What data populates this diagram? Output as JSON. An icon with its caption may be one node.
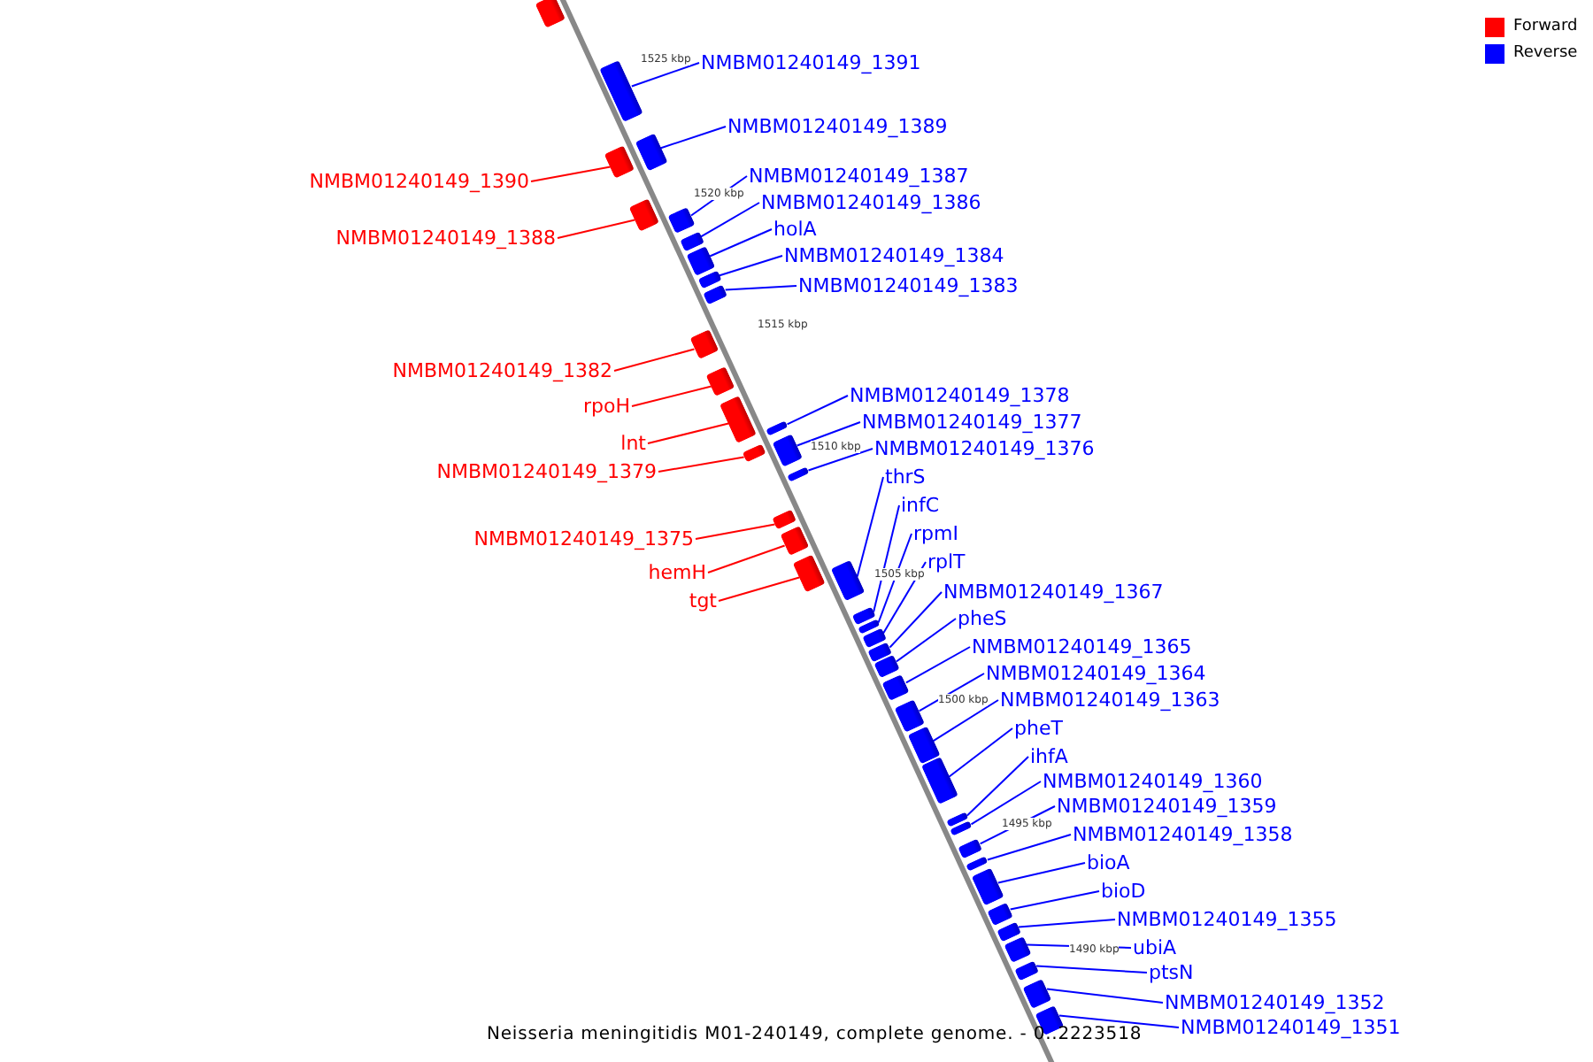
{
  "diagram": {
    "caption": "Neisseria meningitidis M01-240149, complete genome. - 0..2223518",
    "nodes": [
      {
        "text": [],
        "shape": "box"
      },
      {
        "text": [
          "NMBM01240149_1391"
        ]
      },
      {
        "text": [],
        "shape": "box"
      },
      {
        "text": [
          "NMBM01240149_1389"
        ]
      },
      {
        "text": [],
        "shape": "box"
      },
      {
        "text": [
          "NMBM01240149_1387"
        ]
      },
      {
        "text": [],
        "shape": "box"
      },
      {
        "text": [
          "NMBM01240149_1390"
        ]
      },
      {
        "text": [],
        "shape": "box"
      },
      {
        "text": [
          "NMBM01240149_1386"
        ]
      },
      {
        "text": [],
        "shape": "box"
      },
      {
        "text": [
          "holA"
        ]
      },
      {
        "text": [],
        "shape": "box"
      },
      {
        "text": [
          "NMBM01240149_1388"
        ]
      },
      {
        "text": [],
        "shape": "box"
      },
      {
        "text": [
          "NMBM01240149_1384"
        ]
      },
      {
        "text": [],
        "shape": "box"
      },
      {
        "text": [
          "NMBM01240149_1383"
        ]
      },
      {
        "text": [],
        "shape": "box"
      },
      {
        "text": [
          "NMBM01240149_1382"
        ]
      },
      {
        "text": [],
        "shape": "box"
      },
      {
        "text": [
          "NMBM01240149_1378"
        ]
      },
      {
        "text": [],
        "shape": "box"
      },
      {
        "text": [
          "rpoH"
        ]
      },
      {
        "text": [],
        "shape": "box"
      },
      {
        "text": [
          "NMBM01240149_1377"
        ]
      },
      {
        "text": [],
        "shape": "box"
      },
      {
        "text": [
          "lnt"
        ]
      },
      {
        "text": [],
        "shape": "box"
      },
      {
        "text": [
          "NMBM01240149_1376"
        ]
      },
      {
        "text": [],
        "shape": "box"
      },
      {
        "text": [
          "NMBM01240149_1379"
        ]
      },
      {
        "text": [],
        "shape": "box"
      },
      {
        "text": [
          "thrS"
        ]
      },
      {
        "text": [],
        "shape": "box"
      },
      {
        "text": [
          "infC"
        ]
      },
      {
        "text": [],
        "shape": "box"
      },
      {
        "text": [
          "rpmI"
        ]
      },
      {
        "text": [],
        "shape": "box"
      },
      {
        "text": [
          "NMBM01240149_1375"
        ]
      },
      {
        "text": [],
        "shape": "box"
      },
      {
        "text": [
          "rplT"
        ]
      },
      {
        "text": [],
        "shape": "box"
      },
      {
        "text": [
          "hemH"
        ]
      },
      {
        "text": [],
        "shape": "box"
      },
      {
        "text": [
          "NMBM01240149_1367"
        ]
      },
      {
        "text": [],
        "shape": "box"
      },
      {
        "text": [
          "tgt"
        ]
      },
      {
        "text": [],
        "shape": "box"
      },
      {
        "text": [
          "pheS"
        ]
      },
      {
        "text": [],
        "shape": "box"
      },
      {
        "text": [
          "NMBM01240149_1365"
        ]
      },
      {
        "text": [],
        "shape": "box"
      },
      {
        "text": [
          "NMBM01240149_1364"
        ]
      },
      {
        "text": [],
        "shape": "box"
      },
      {
        "text": [
          "NMBM01240149_1363"
        ]
      },
      {
        "text": [],
        "shape": "box"
      },
      {
        "text": [
          "pheT"
        ]
      },
      {
        "text": [],
        "shape": "box"
      },
      {
        "text": [
          "ihfA"
        ]
      },
      {
        "text": [],
        "shape": "box"
      },
      {
        "text": [
          "NMBM01240149_1360"
        ]
      },
      {
        "text": [],
        "shape": "box"
      },
      {
        "text": [
          "NMBM01240149_1359"
        ]
      },
      {
        "text": [],
        "shape": "box"
      },
      {
        "text": [
          "NMBM01240149_1358"
        ]
      },
      {
        "text": [],
        "shape": "box"
      },
      {
        "text": [
          "bioA"
        ]
      },
      {
        "text": [],
        "shape": "box"
      },
      {
        "text": [
          "bioD"
        ]
      },
      {
        "text": [],
        "shape": "box"
      },
      {
        "text": [
          "NMBM01240149_1355"
        ]
      },
      {
        "text": [],
        "shape": "box"
      },
      {
        "text": [
          "ubiA"
        ]
      },
      {
        "text": [],
        "shape": "box"
      },
      {
        "text": [
          "ptsN"
        ]
      },
      {
        "text": [],
        "shape": "box"
      },
      {
        "text": [
          "NMBM01240149_1352"
        ]
      },
      {
        "text": [],
        "shape": "box"
      },
      {
        "text": [
          "NMBM01240149_1351"
        ]
      },
      {
        "text": [],
        "shape": "box"
      }
    ],
    "edges": [
      {
        "from": 1,
        "to": 2,
        "arrow": "none"
      },
      {
        "from": 3,
        "to": 4,
        "arrow": "none"
      },
      {
        "from": 5,
        "to": 6,
        "arrow": "none"
      },
      {
        "from": 7,
        "to": 8,
        "arrow": "none",
        "color": "#ff0000"
      },
      {
        "from": 9,
        "to": 10,
        "arrow": "none"
      },
      {
        "from": 11,
        "to": 12,
        "arrow": "none"
      },
      {
        "from": 13,
        "to": 14,
        "arrow": "none",
        "color": "#ff0000"
      },
      {
        "from": 15,
        "to": 16,
        "arrow": "none"
      },
      {
        "from": 17,
        "to": 18,
        "arrow": "none"
      },
      {
        "from": 19,
        "to": 20,
        "arrow": "none",
        "color": "#ff0000"
      },
      {
        "from": 21,
        "to": 22,
        "arrow": "none"
      },
      {
        "from": 23,
        "to": 24,
        "arrow": "none",
        "color": "#ff0000"
      },
      {
        "from": 25,
        "to": 26,
        "arrow": "none"
      },
      {
        "from": 27,
        "to": 28,
        "arrow": "none",
        "color": "#ff0000"
      },
      {
        "from": 29,
        "to": 30,
        "arrow": "none"
      },
      {
        "from": 31,
        "to": 32,
        "arrow": "none",
        "color": "#ff0000"
      },
      {
        "from": 33,
        "to": 34,
        "arrow": "none"
      },
      {
        "from": 35,
        "to": 36,
        "arrow": "none"
      },
      {
        "from": 37,
        "to": 38,
        "arrow": "none"
      },
      {
        "from": 39,
        "to": 40,
        "arrow": "none",
        "color": "#ff0000"
      },
      {
        "from": 41,
        "to": 42,
        "arrow": "none"
      },
      {
        "from": 43,
        "to": 44,
        "arrow": "none",
        "color": "#ff0000"
      },
      {
        "from": 45,
        "to": 46,
        "arrow": "none"
      },
      {
        "from": 47,
        "to": 48,
        "arrow": "none",
        "color": "#ff0000"
      },
      {
        "from": 49,
        "to": 50,
        "arrow": "none"
      },
      {
        "from": 51,
        "to": 52,
        "arrow": "none"
      },
      {
        "from": 53,
        "to": 54,
        "arrow": "none"
      },
      {
        "from": 55,
        "to": 56,
        "arrow": "none"
      },
      {
        "from": 57,
        "to": 58,
        "arrow": "none"
      },
      {
        "from": 59,
        "to": 60,
        "arrow": "none"
      },
      {
        "from": 61,
        "to": 62,
        "arrow": "none"
      },
      {
        "from": 63,
        "to": 64,
        "arrow": "none"
      },
      {
        "from": 65,
        "to": 66,
        "arrow": "none"
      },
      {
        "from": 67,
        "to": 68,
        "arrow": "none"
      },
      {
        "from": 69,
        "to": 70,
        "arrow": "none"
      },
      {
        "from": 71,
        "to": 72,
        "arrow": "none"
      },
      {
        "from": 73,
        "to": 74,
        "arrow": "none"
      },
      {
        "from": 75,
        "to": 76,
        "arrow": "none"
      },
      {
        "from": 77,
        "to": 78,
        "arrow": "none"
      },
      {
        "from": 79,
        "to": 80,
        "arrow": "none"
      }
    ],
    "labels": [
      "1525 kbp",
      "1520 kbp",
      "1515 kbp",
      "1510 kbp",
      "1505 kbp",
      "1500 kbp",
      "1495 kbp",
      "1490 kbp"
    ],
    "legend": [
      {
        "text": "Forward",
        "color": "#ff0000"
      },
      {
        "text": "Reverse",
        "color": "#0000ff"
      }
    ]
  }
}
